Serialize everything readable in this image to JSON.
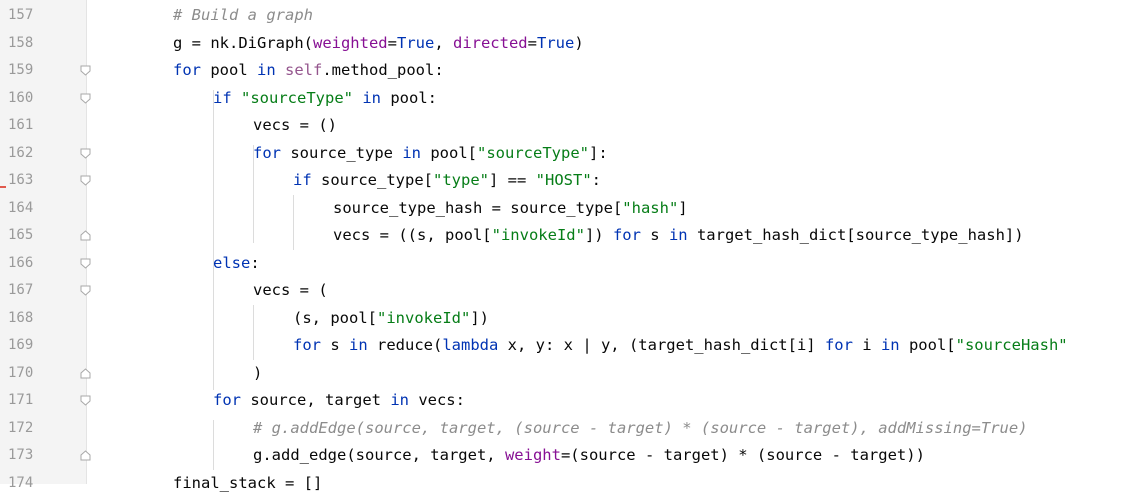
{
  "editor": {
    "lines": [
      {
        "num": "157",
        "indent": 1,
        "fold": "",
        "tokens": [
          {
            "t": "# Build a graph",
            "c": "cmt"
          }
        ]
      },
      {
        "num": "158",
        "indent": 1,
        "fold": "",
        "tokens": [
          {
            "t": "g = nk.DiGraph(",
            "c": ""
          },
          {
            "t": "weighted",
            "c": "param"
          },
          {
            "t": "=",
            "c": ""
          },
          {
            "t": "True",
            "c": "kw"
          },
          {
            "t": ", ",
            "c": ""
          },
          {
            "t": "directed",
            "c": "param"
          },
          {
            "t": "=",
            "c": ""
          },
          {
            "t": "True",
            "c": "kw"
          },
          {
            "t": ")",
            "c": ""
          }
        ]
      },
      {
        "num": "159",
        "indent": 1,
        "fold": "open",
        "tokens": [
          {
            "t": "for",
            "c": "kw"
          },
          {
            "t": " pool ",
            "c": ""
          },
          {
            "t": "in",
            "c": "kw"
          },
          {
            "t": " ",
            "c": ""
          },
          {
            "t": "self",
            "c": "self"
          },
          {
            "t": ".method_pool:",
            "c": ""
          }
        ]
      },
      {
        "num": "160",
        "indent": 2,
        "fold": "open",
        "tokens": [
          {
            "t": "if",
            "c": "kw"
          },
          {
            "t": " ",
            "c": ""
          },
          {
            "t": "\"sourceType\"",
            "c": "str"
          },
          {
            "t": " ",
            "c": ""
          },
          {
            "t": "in",
            "c": "kw"
          },
          {
            "t": " pool:",
            "c": ""
          }
        ]
      },
      {
        "num": "161",
        "indent": 3,
        "fold": "",
        "tokens": [
          {
            "t": "vecs = ()",
            "c": ""
          }
        ]
      },
      {
        "num": "162",
        "indent": 3,
        "fold": "open",
        "tokens": [
          {
            "t": "for",
            "c": "kw"
          },
          {
            "t": " source_type ",
            "c": ""
          },
          {
            "t": "in",
            "c": "kw"
          },
          {
            "t": " pool[",
            "c": ""
          },
          {
            "t": "\"sourceType\"",
            "c": "str"
          },
          {
            "t": "]:",
            "c": ""
          }
        ]
      },
      {
        "num": "163",
        "indent": 4,
        "fold": "open",
        "tokens": [
          {
            "t": "if",
            "c": "kw"
          },
          {
            "t": " source_type[",
            "c": ""
          },
          {
            "t": "\"type\"",
            "c": "str"
          },
          {
            "t": "] == ",
            "c": ""
          },
          {
            "t": "\"HOST\"",
            "c": "str"
          },
          {
            "t": ":",
            "c": ""
          }
        ]
      },
      {
        "num": "164",
        "indent": 5,
        "fold": "",
        "tokens": [
          {
            "t": "source_type_hash = source_type[",
            "c": ""
          },
          {
            "t": "\"hash\"",
            "c": "str"
          },
          {
            "t": "]",
            "c": ""
          }
        ]
      },
      {
        "num": "165",
        "indent": 5,
        "fold": "close",
        "tokens": [
          {
            "t": "vecs = ((s, pool[",
            "c": ""
          },
          {
            "t": "\"invokeId\"",
            "c": "str"
          },
          {
            "t": "]) ",
            "c": ""
          },
          {
            "t": "for",
            "c": "kw"
          },
          {
            "t": " s ",
            "c": ""
          },
          {
            "t": "in",
            "c": "kw"
          },
          {
            "t": " target_hash_dict[source_type_hash])",
            "c": ""
          }
        ]
      },
      {
        "num": "166",
        "indent": 2,
        "fold": "open",
        "tokens": [
          {
            "t": "else",
            "c": "kw"
          },
          {
            "t": ":",
            "c": ""
          }
        ]
      },
      {
        "num": "167",
        "indent": 3,
        "fold": "open",
        "tokens": [
          {
            "t": "vecs = (",
            "c": ""
          }
        ]
      },
      {
        "num": "168",
        "indent": 4,
        "fold": "",
        "tokens": [
          {
            "t": "(s, pool[",
            "c": ""
          },
          {
            "t": "\"invokeId\"",
            "c": "str"
          },
          {
            "t": "])",
            "c": ""
          }
        ]
      },
      {
        "num": "169",
        "indent": 4,
        "fold": "",
        "tokens": [
          {
            "t": "for",
            "c": "kw"
          },
          {
            "t": " s ",
            "c": ""
          },
          {
            "t": "in",
            "c": "kw"
          },
          {
            "t": " reduce(",
            "c": ""
          },
          {
            "t": "lambda",
            "c": "kw"
          },
          {
            "t": " x, y: x | y, (target_hash_dict[i] ",
            "c": ""
          },
          {
            "t": "for",
            "c": "kw"
          },
          {
            "t": " i ",
            "c": ""
          },
          {
            "t": "in",
            "c": "kw"
          },
          {
            "t": " pool[",
            "c": ""
          },
          {
            "t": "\"sourceHash\"",
            "c": "str"
          }
        ]
      },
      {
        "num": "170",
        "indent": 3,
        "fold": "close",
        "tokens": [
          {
            "t": ")",
            "c": ""
          }
        ]
      },
      {
        "num": "171",
        "indent": 2,
        "fold": "open",
        "tokens": [
          {
            "t": "for",
            "c": "kw"
          },
          {
            "t": " source, target ",
            "c": ""
          },
          {
            "t": "in",
            "c": "kw"
          },
          {
            "t": " vecs:",
            "c": ""
          }
        ]
      },
      {
        "num": "172",
        "indent": 3,
        "fold": "",
        "tokens": [
          {
            "t": "# g.addEdge(source, target, (source - target) * (source - target), addMissing=True)",
            "c": "cmt"
          }
        ]
      },
      {
        "num": "173",
        "indent": 3,
        "fold": "close",
        "tokens": [
          {
            "t": "g.add_edge(source, target, ",
            "c": ""
          },
          {
            "t": "weight",
            "c": "param"
          },
          {
            "t": "=(source - target) * (source - target))",
            "c": ""
          }
        ]
      },
      {
        "num": "174",
        "indent": 1,
        "fold": "",
        "tokens": [
          {
            "t": "final_stack = []",
            "c": ""
          }
        ]
      }
    ]
  }
}
